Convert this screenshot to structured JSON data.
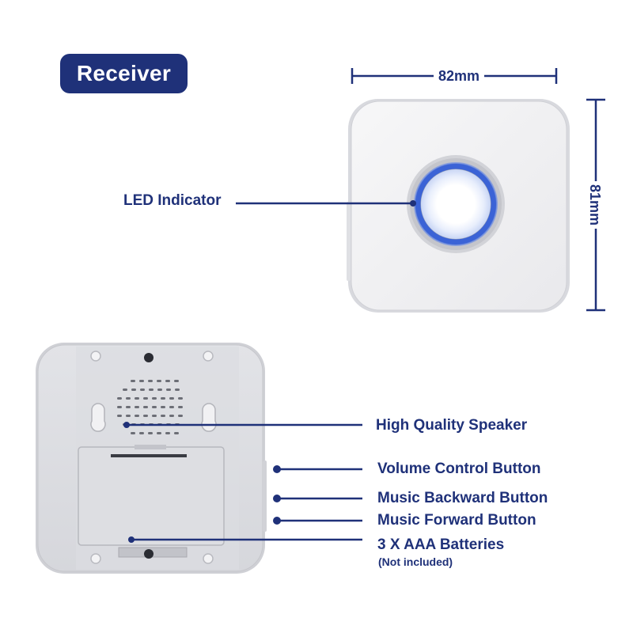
{
  "title": "Receiver",
  "dimensions": {
    "width": "82mm",
    "height": "81mm"
  },
  "callouts": {
    "led": "LED Indicator",
    "speaker": "High Quality Speaker",
    "volume": "Volume Control Button",
    "backward": "Music Backward Button",
    "forward": "Music Forward Button",
    "batteries": "3 X AAA Batteries",
    "batteries_note": "(Not included)"
  },
  "colors": {
    "accent": "#1f3179",
    "led_ring": "#3b63d6"
  }
}
